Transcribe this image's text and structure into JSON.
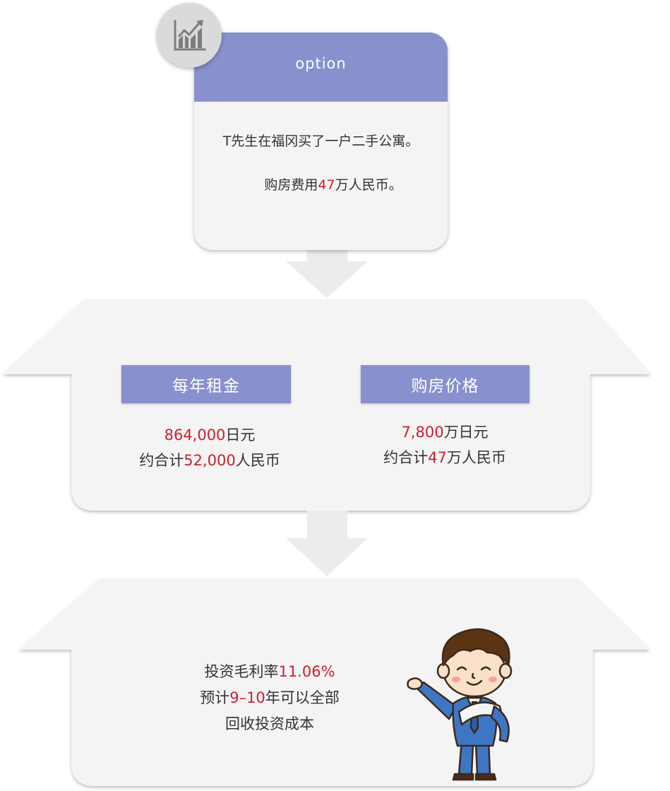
{
  "option_card": {
    "header": "option",
    "line1": "T先生在福冈买了一户二手公寓。",
    "line2_prefix": "购房费用",
    "line2_value": "47",
    "line2_suffix": "万人民币。"
  },
  "rent": {
    "label": "每年租金",
    "value1": "864,000",
    "unit1": "日元",
    "prefix2": "约合计",
    "value2": "52,000",
    "unit2": "人民币"
  },
  "price": {
    "label": "购房价格",
    "value1": "7,800",
    "unit1": "万日元",
    "prefix2": "约合计",
    "value2": "47",
    "unit2": "万人民币"
  },
  "result": {
    "line1_prefix": "投资毛利率",
    "line1_value": "11.06%",
    "line2_prefix": "预计",
    "line2_value": "9–10",
    "line2_suffix": "年可以全部",
    "line3": "回收投资成本"
  },
  "colors": {
    "accent": "#8890cd",
    "highlight": "#c9202e",
    "panel": "#f4f4f4",
    "arrow": "#ececec"
  },
  "icons": [
    "growth-chart-icon",
    "down-arrow",
    "cartoon-businessman"
  ]
}
